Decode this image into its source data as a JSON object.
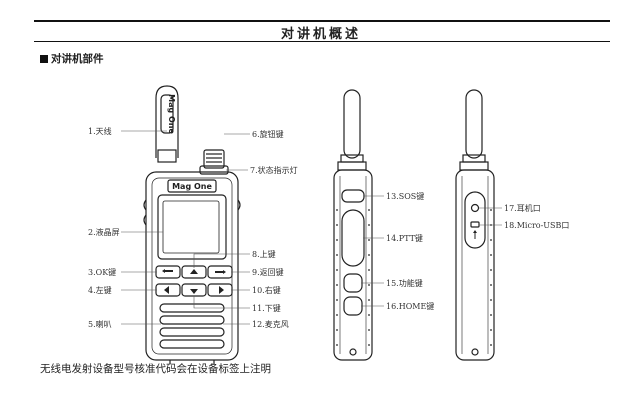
{
  "page_title": "对讲机概述",
  "section_title": "对讲机部件",
  "footnote": "无线电发射设备型号核准代码会在设备标签上注明",
  "brand_text": "Mag One",
  "labels": {
    "l1": "1.天线",
    "l2": "2.液晶屏",
    "l3": "3.OK键",
    "l4": "4.左键",
    "l5": "5.喇叭",
    "l6": "6.旋钮键",
    "l7": "7.状态指示灯",
    "l8": "8.上键",
    "l9": "9.返回键",
    "l10": "10.右键",
    "l11": "11.下键",
    "l12": "12.麦克风",
    "l13": "13.SOS键",
    "l14": "14.PTT键",
    "l15": "15.功能键",
    "l16": "16.HOME键",
    "l17": "17.耳机口",
    "l18": "18.Micro-USB口"
  }
}
